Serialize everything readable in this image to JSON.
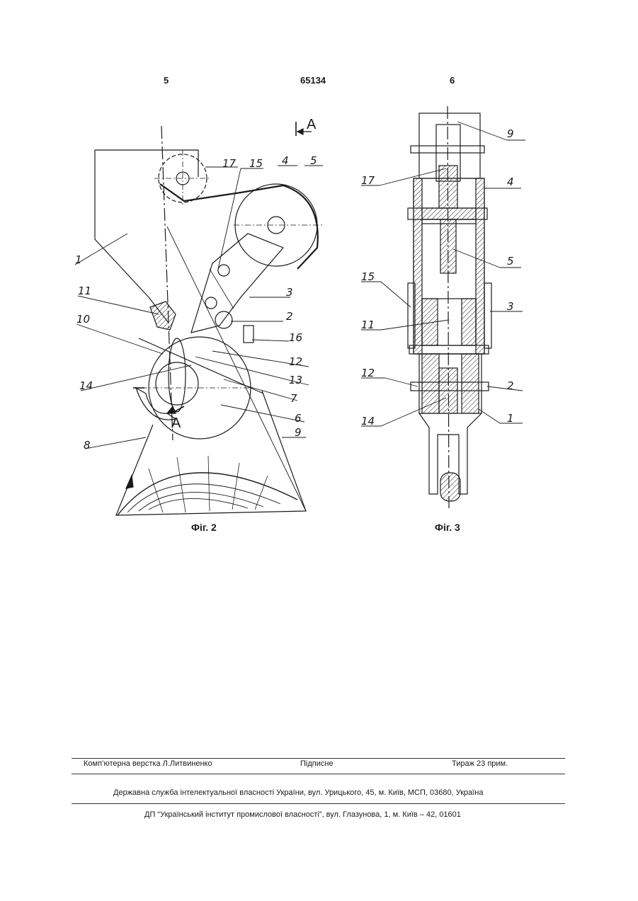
{
  "header": {
    "left_page_number": "5",
    "patent_number": "65134",
    "right_page_number": "6"
  },
  "figures": {
    "fig2": {
      "caption": "Фіг. 2",
      "section_mark": "A",
      "labels": [
        "17",
        "15",
        "4",
        "5",
        "1",
        "11",
        "3",
        "2",
        "10",
        "16",
        "12",
        "13",
        "14",
        "7",
        "6",
        "8",
        "9"
      ]
    },
    "fig3": {
      "caption": "Фіг. 3",
      "labels": [
        "9",
        "17",
        "4",
        "5",
        "15",
        "3",
        "11",
        "12",
        "2",
        "14",
        "1"
      ]
    }
  },
  "footer": {
    "layout_credit": "Комп’ютерна верстка Л.Литвиненко",
    "subscription": "Підписне",
    "circulation": "Тираж 23 прим.",
    "agency": "Державна служба інтелектуальної власності України, вул. Урицького, 45, м. Київ, МСП, 03680, Україна",
    "institute": "ДП “Український інститут промислової власності”, вул. Глазунова, 1, м. Київ – 42, 01601"
  }
}
